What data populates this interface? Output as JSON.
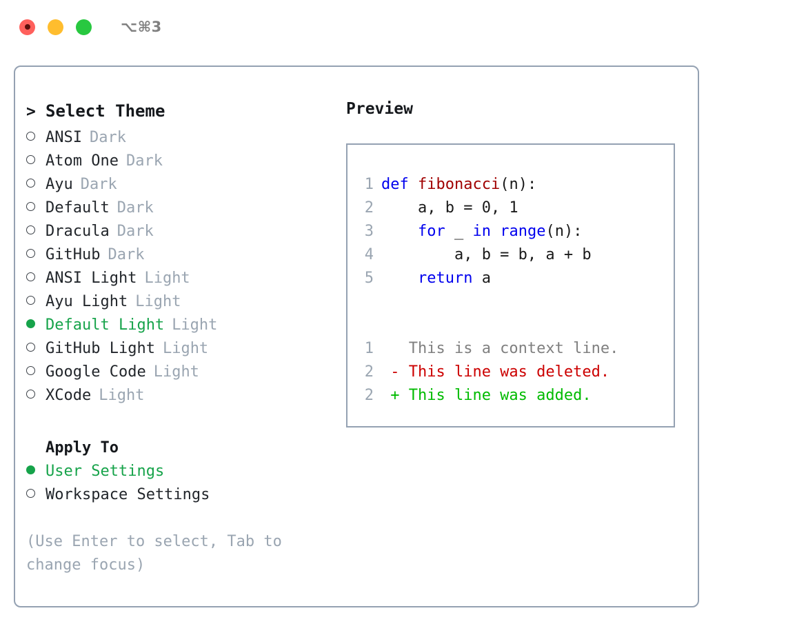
{
  "titlebar": {
    "shortcut": "⌥⌘3",
    "buttons": [
      {
        "name": "close",
        "color": "#ff605c"
      },
      {
        "name": "minimize",
        "color": "#ffbd2e"
      },
      {
        "name": "maximize",
        "color": "#28c840"
      }
    ]
  },
  "colors": {
    "selected_green": "#16a34a",
    "muted_gray": "#9aa5b1",
    "border": "#94a1b2",
    "keyword_blue": "#0000ee",
    "function_red": "#a00000",
    "diff_delete": "#cc0000",
    "diff_add": "#00bb00"
  },
  "theme_section": {
    "header_marker": ">",
    "header": "Select Theme",
    "items": [
      {
        "marker": "hollow",
        "name": "ANSI",
        "tag": "Dark",
        "selected": false
      },
      {
        "marker": "hollow",
        "name": "Atom One",
        "tag": "Dark",
        "selected": false
      },
      {
        "marker": "hollow",
        "name": "Ayu",
        "tag": "Dark",
        "selected": false
      },
      {
        "marker": "hollow",
        "name": "Default",
        "tag": "Dark",
        "selected": false
      },
      {
        "marker": "hollow",
        "name": "Dracula",
        "tag": "Dark",
        "selected": false
      },
      {
        "marker": "hollow",
        "name": "GitHub",
        "tag": "Dark",
        "selected": false
      },
      {
        "marker": "hollow",
        "name": "ANSI Light",
        "tag": "Light",
        "selected": false
      },
      {
        "marker": "hollow",
        "name": "Ayu Light",
        "tag": "Light",
        "selected": false
      },
      {
        "marker": "filled",
        "name": "Default Light",
        "tag": "Light",
        "selected": true
      },
      {
        "marker": "hollow",
        "name": "GitHub Light",
        "tag": "Light",
        "selected": false
      },
      {
        "marker": "hollow",
        "name": "Google Code",
        "tag": "Light",
        "selected": false
      },
      {
        "marker": "hollow",
        "name": "XCode",
        "tag": "Light",
        "selected": false
      }
    ]
  },
  "apply_section": {
    "header": "Apply To",
    "items": [
      {
        "marker": "filled",
        "name": "User Settings",
        "selected": true
      },
      {
        "marker": "hollow",
        "name": "Workspace Settings",
        "selected": false
      }
    ]
  },
  "hint": "(Use Enter to select, Tab to change focus)",
  "preview": {
    "title": "Preview",
    "code_lines": [
      {
        "num": "1",
        "tokens": [
          {
            "t": "def ",
            "c": "kw"
          },
          {
            "t": "fibonacci",
            "c": "fn"
          },
          {
            "t": "(n):",
            "c": "pl"
          }
        ]
      },
      {
        "num": "2",
        "tokens": [
          {
            "t": "    a, b = 0, 1",
            "c": "pl"
          }
        ]
      },
      {
        "num": "3",
        "tokens": [
          {
            "t": "    ",
            "c": "pl"
          },
          {
            "t": "for",
            "c": "kw"
          },
          {
            "t": " _ ",
            "c": "pl"
          },
          {
            "t": "in",
            "c": "kw"
          },
          {
            "t": " ",
            "c": "pl"
          },
          {
            "t": "range",
            "c": "kw"
          },
          {
            "t": "(n):",
            "c": "pl"
          }
        ]
      },
      {
        "num": "4",
        "tokens": [
          {
            "t": "        a, b = b, a + b",
            "c": "pl"
          }
        ]
      },
      {
        "num": "5",
        "tokens": [
          {
            "t": "    ",
            "c": "pl"
          },
          {
            "t": "return",
            "c": "kw"
          },
          {
            "t": " a",
            "c": "pl"
          }
        ]
      }
    ],
    "diff_lines": [
      {
        "num": "1",
        "tokens": [
          {
            "t": "   This is a context line.",
            "c": "ctx"
          }
        ]
      },
      {
        "num": "2",
        "tokens": [
          {
            "t": " - This line was deleted.",
            "c": "del"
          }
        ]
      },
      {
        "num": "2",
        "tokens": [
          {
            "t": " + This line was added.",
            "c": "add"
          }
        ]
      }
    ]
  }
}
